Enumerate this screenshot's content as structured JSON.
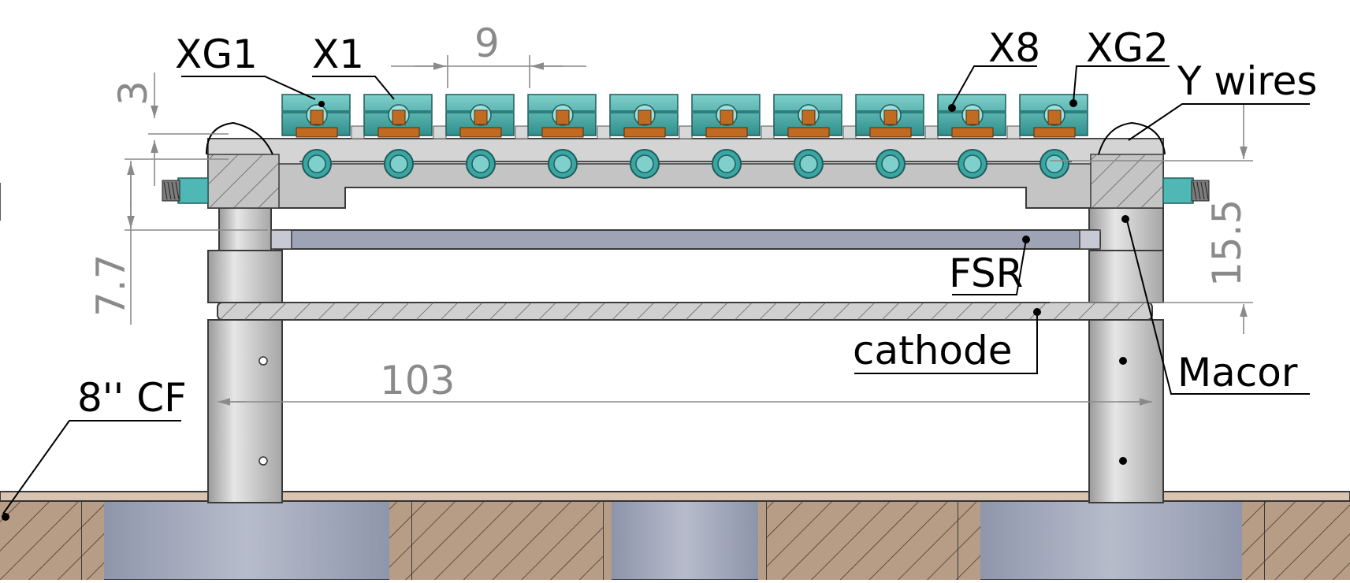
{
  "labels": {
    "xg1": "XG1",
    "x1": "X1",
    "x8": "X8",
    "xg2": "XG2",
    "y_wires": "Y wires",
    "fsr": "FSR",
    "cathode": "cathode",
    "macor": "Macor",
    "flange": "8'' CF"
  },
  "dimensions": {
    "pitch": "9",
    "top_height": "3",
    "spacer": "7.7",
    "height": "15.5",
    "width": "103"
  },
  "colors": {
    "steel": "#c4c4c4",
    "teal": "#49b4b1",
    "copper": "#c06a22",
    "flange": "#b89d86",
    "tube": "#9aa2b4",
    "fsr_bar": "#9ea3b6",
    "dimension": "#8a8a8a"
  }
}
